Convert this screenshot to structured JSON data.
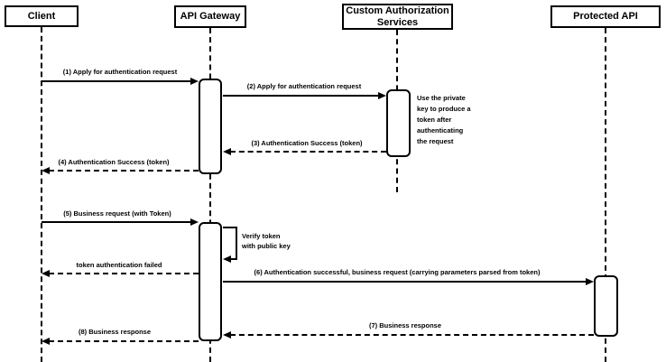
{
  "diagram": {
    "type": "sequence-diagram",
    "colors": {
      "stroke": "#000000",
      "background": "#ffffff"
    },
    "actors": [
      {
        "id": "client",
        "label": "Client"
      },
      {
        "id": "api-gateway",
        "label": "API Gateway"
      },
      {
        "id": "custom-authorization-services",
        "label": "Custom Authorization\nServices"
      },
      {
        "id": "protected-api",
        "label": "Protected API"
      }
    ],
    "messages": [
      {
        "seq": "1",
        "label": "(1) Apply for authentication request",
        "from": "Client",
        "to": "API Gateway",
        "style": "solid"
      },
      {
        "seq": "2",
        "label": "(2) Apply for authentication request",
        "from": "API Gateway",
        "to": "Custom Authorization Services",
        "style": "solid"
      },
      {
        "seq": "3",
        "label": "(3) Authentication Success (token)",
        "from": "Custom Authorization Services",
        "to": "API Gateway",
        "style": "dashed"
      },
      {
        "seq": "4",
        "label": "(4) Authentication Success (token)",
        "from": "API Gateway",
        "to": "Client",
        "style": "dashed"
      },
      {
        "seq": "5",
        "label": "(5) Business request (with Token)",
        "from": "Client",
        "to": "API Gateway",
        "style": "solid"
      },
      {
        "seq": "",
        "label": "token authentication failed",
        "from": "API Gateway",
        "to": "Client",
        "style": "dashed"
      },
      {
        "seq": "6",
        "label": "(6) Authentication successful, business request (carrying parameters parsed from token)",
        "from": "API Gateway",
        "to": "Protected API",
        "style": "solid"
      },
      {
        "seq": "7",
        "label": "(7) Business response",
        "from": "Protected API",
        "to": "API Gateway",
        "style": "dashed"
      },
      {
        "seq": "8",
        "label": "(8) Business response",
        "from": "API Gateway",
        "to": "Client",
        "style": "dashed"
      }
    ],
    "self_message": {
      "actor": "API Gateway",
      "label": "Verify token\nwith public key"
    },
    "note": {
      "actor": "Custom Authorization Services",
      "label": "Use the private\nkey to produce a\ntoken after\nauthenticating\nthe request"
    }
  }
}
